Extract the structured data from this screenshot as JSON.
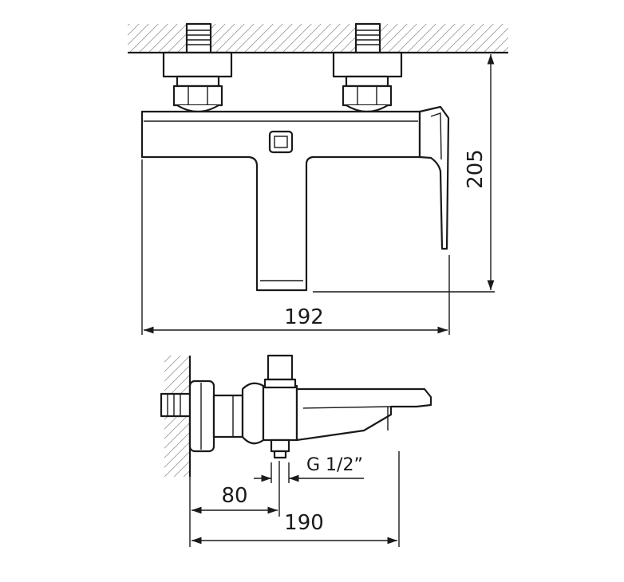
{
  "dimensions": {
    "height": "205",
    "width_front": "192",
    "wall_to_inlet": "80",
    "depth_side": "190",
    "thread": "G 1/2”"
  }
}
